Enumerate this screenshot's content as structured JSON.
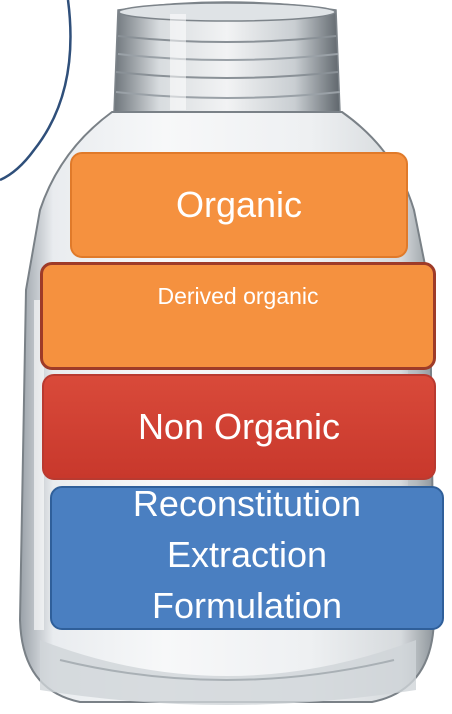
{
  "layers": {
    "organic": "Organic",
    "derived_organic": "Derived organic",
    "non_organic": "Non Organic",
    "methods": [
      "Reconstitution",
      "Extraction",
      "Formulation"
    ]
  },
  "colors": {
    "orange": "#f5913f",
    "red": "#d94a3a",
    "blue": "#4a7fc1",
    "circle_outline": "#2f4f7a"
  }
}
